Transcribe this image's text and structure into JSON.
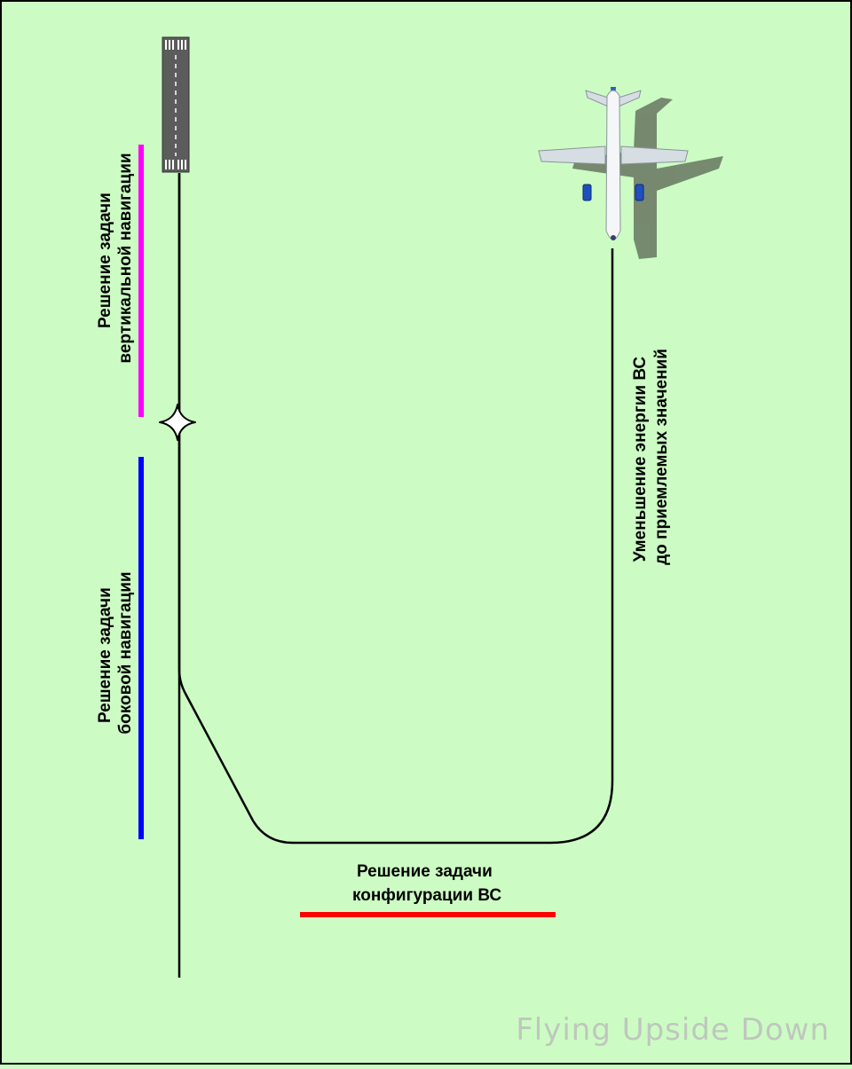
{
  "diagram": {
    "labels": {
      "vertical_navigation": [
        "Решение задачи",
        "вертикальной навигации"
      ],
      "lateral_navigation": [
        "Решение задачи",
        "боковой навигации"
      ],
      "configuration": [
        "Решение задачи",
        "конфигурации ВС"
      ],
      "energy_reduction": [
        "Уменьшение энергии ВС",
        "до приемлемых значений"
      ]
    },
    "watermark": "Flying Upside Down",
    "colors": {
      "background": "#ccfcc4",
      "vertical_navigation_bar": "#ff00ff",
      "lateral_navigation_bar": "#0000ff",
      "configuration_bar": "#ff0000",
      "path": "#000000",
      "runway": "#5c5c5c"
    },
    "icons": [
      "runway-icon",
      "waypoint-star-icon",
      "airplane-icon"
    ]
  }
}
